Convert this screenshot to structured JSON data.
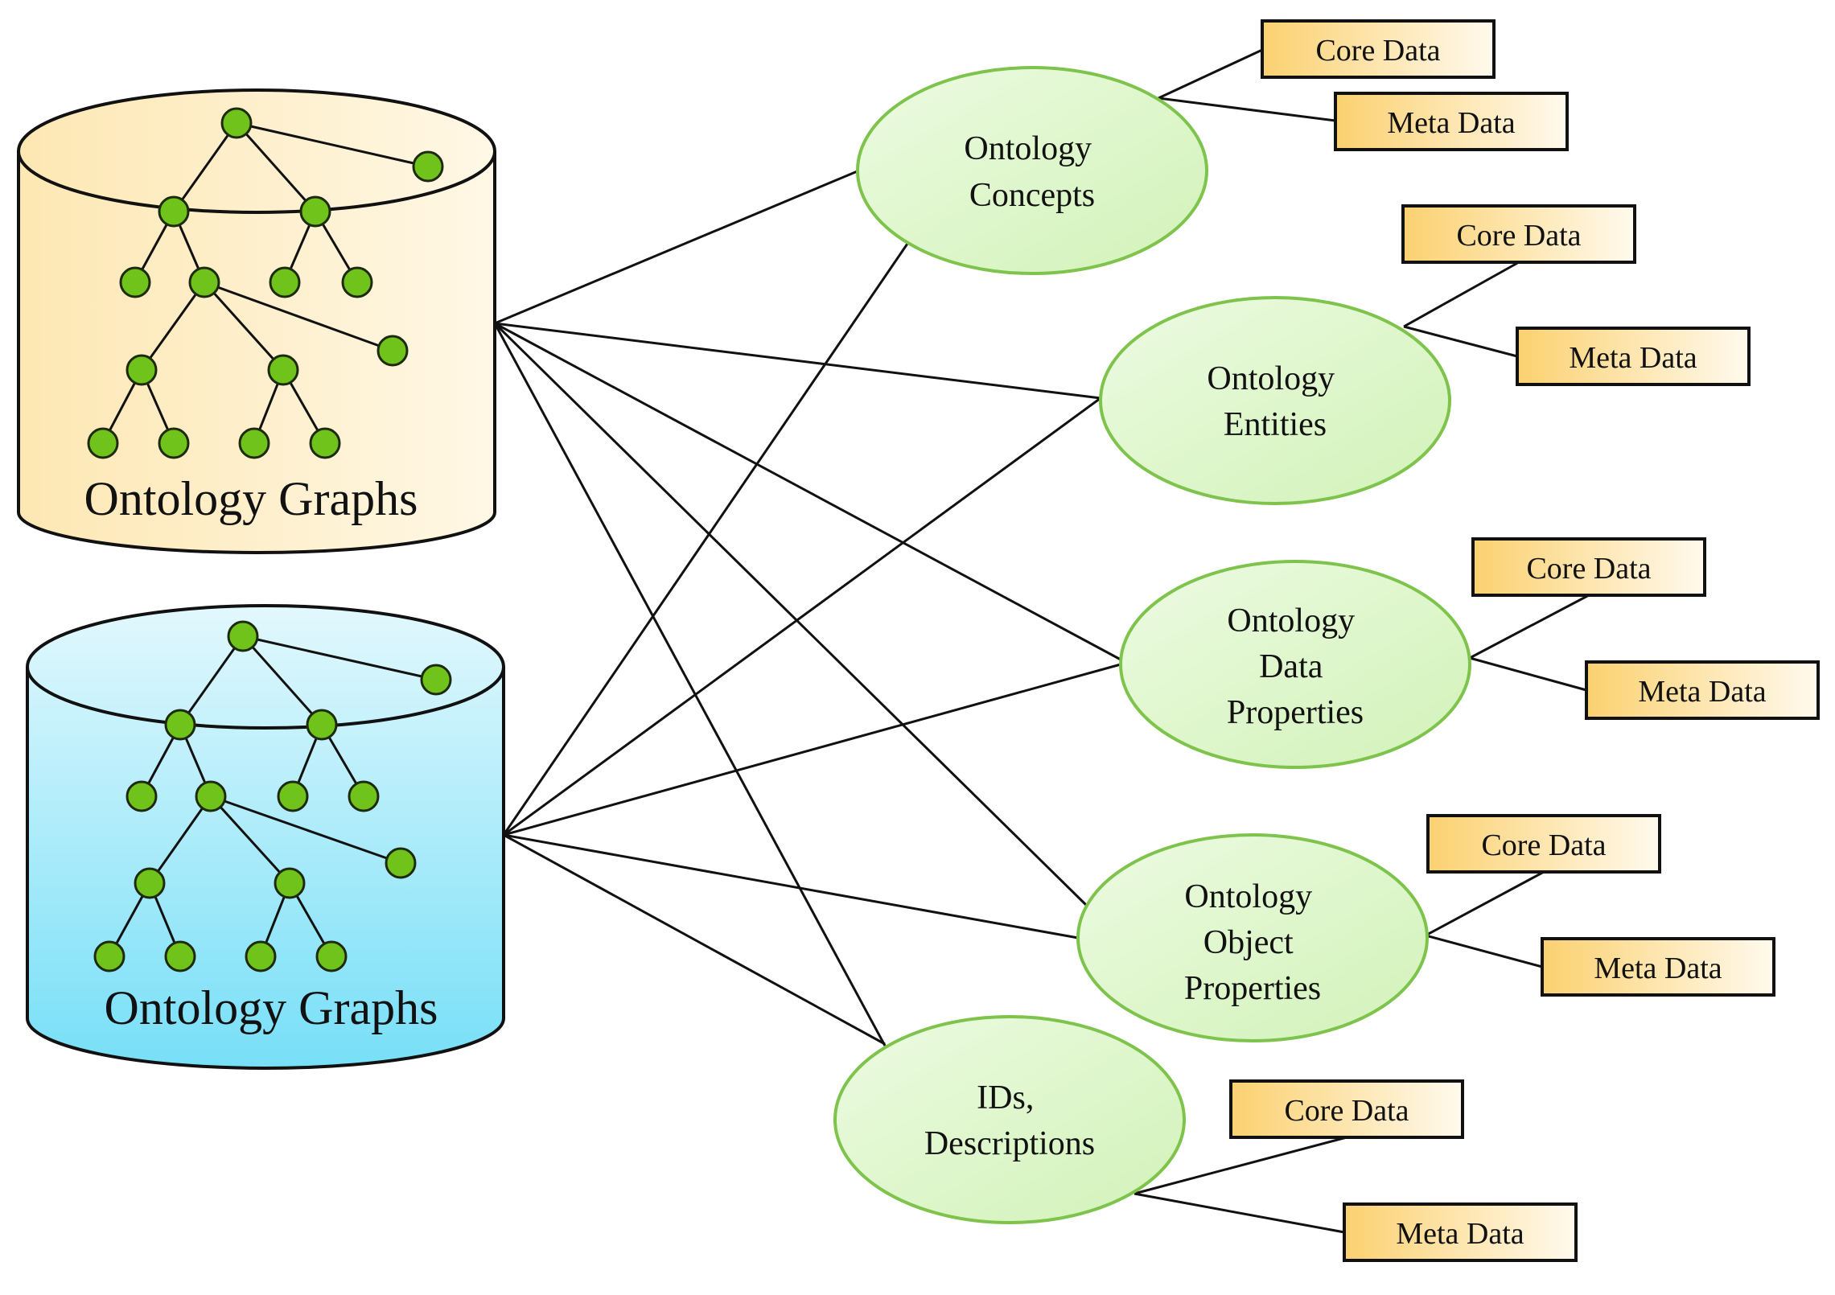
{
  "colors": {
    "db_top_fill": "#fde7b3",
    "db_top_fill_light": "#fff8e6",
    "db_bottom_fill": "#77dff7",
    "db_bottom_fill_light": "#e2f8fd",
    "tree_node": "#6fc31a",
    "ellipse_fill": "#d2f2b8",
    "ellipse_fill_light": "#ecfbe2",
    "ellipse_stroke": "#7ec34b",
    "box_fill_left": "#fbd170",
    "box_fill_right": "#fffaee",
    "line": "#111111"
  },
  "databases": [
    {
      "id": "db1",
      "label": "Ontology Graphs"
    },
    {
      "id": "db2",
      "label": "Ontology Graphs"
    }
  ],
  "concepts": [
    {
      "id": "c1",
      "lines": [
        "Ontology",
        "Concepts"
      ],
      "core": "Core Data",
      "meta": "Meta Data"
    },
    {
      "id": "c2",
      "lines": [
        "Ontology",
        "Entities"
      ],
      "core": "Core Data",
      "meta": "Meta Data"
    },
    {
      "id": "c3",
      "lines": [
        "Ontology",
        "Data",
        "Properties"
      ],
      "core": "Core Data",
      "meta": "Meta Data"
    },
    {
      "id": "c4",
      "lines": [
        "Ontology",
        "Object",
        "Properties"
      ],
      "core": "Core Data",
      "meta": "Meta Data"
    },
    {
      "id": "c5",
      "lines": [
        "IDs,",
        "Descriptions"
      ],
      "core": "Core Data",
      "meta": "Meta Data"
    }
  ]
}
